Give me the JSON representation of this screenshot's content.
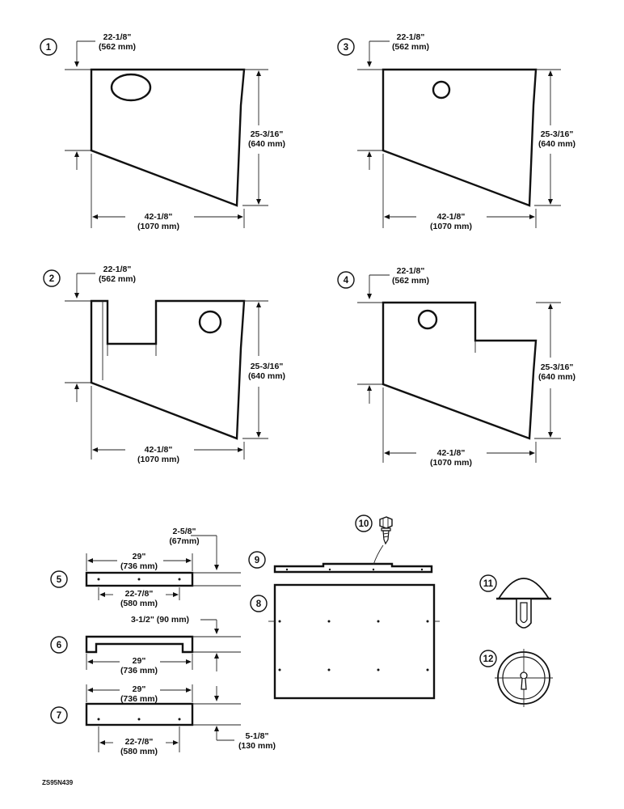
{
  "figure": {
    "code": "ZS95N439",
    "dims": {
      "width": "22-1/8\"",
      "width_mm": "(562 mm)",
      "height": "25-3/16\"",
      "height_mm": "(640 mm)",
      "length": "42-1/8\"",
      "length_mm": "(1070 mm)",
      "rail_len": "29\"",
      "rail_len_mm": "(736 mm)",
      "hole_span": "22-7/8\"",
      "hole_span_mm": "(580 mm)",
      "h5": "2-5/8\"",
      "h5_mm": "(67mm)",
      "h6": "3-1/2\" (90 mm)",
      "h7": "5-1/8\"",
      "h7_mm": "(130 mm)"
    },
    "callouts": [
      "1",
      "2",
      "3",
      "4",
      "5",
      "6",
      "7",
      "8",
      "9",
      "10",
      "11",
      "12"
    ]
  }
}
